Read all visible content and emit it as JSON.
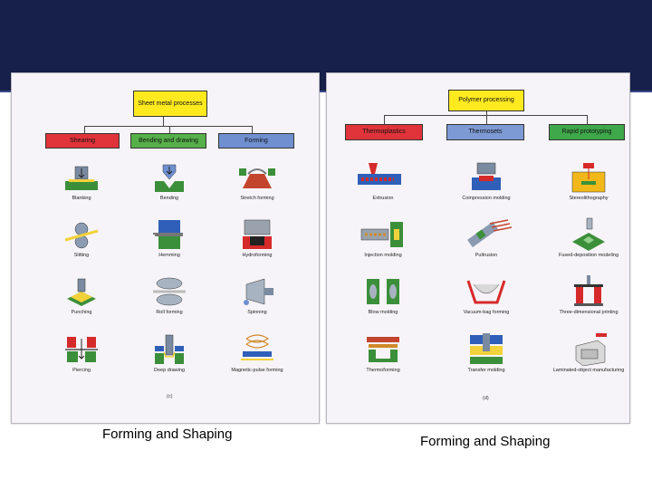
{
  "slide": {
    "caption_left": "Forming and Shaping",
    "caption_right": "Forming and Shaping"
  },
  "diagram_a": {
    "root": "Sheet metal processes",
    "sublabel": "(c)",
    "categories": [
      "Shearing",
      "Bending and drawing",
      "Forming"
    ],
    "processes": [
      [
        "Blanking",
        "Slitting",
        "Punching",
        "Piercing"
      ],
      [
        "Bending",
        "Hemming",
        "Roll forming",
        "Deep drawing"
      ],
      [
        "Stretch forming",
        "Hydroforming",
        "Spinning",
        "Magnetic-pulse forming"
      ]
    ]
  },
  "diagram_b": {
    "root": "Polymer processing",
    "sublabel": "(d)",
    "categories": [
      "Thermoplastics",
      "Thermosets",
      "Rapid prototyping"
    ],
    "processes": [
      [
        "Extrusion",
        "Injection molding",
        "Blow molding",
        "Thermoforming"
      ],
      [
        "Compression molding",
        "Pultrusion",
        "Vacuum-bag forming",
        "Transfer molding"
      ],
      [
        "Stereolithography",
        "Fused-deposition modeling",
        "Three-dimensional printing",
        "Laminated-object manufacturing"
      ]
    ]
  }
}
